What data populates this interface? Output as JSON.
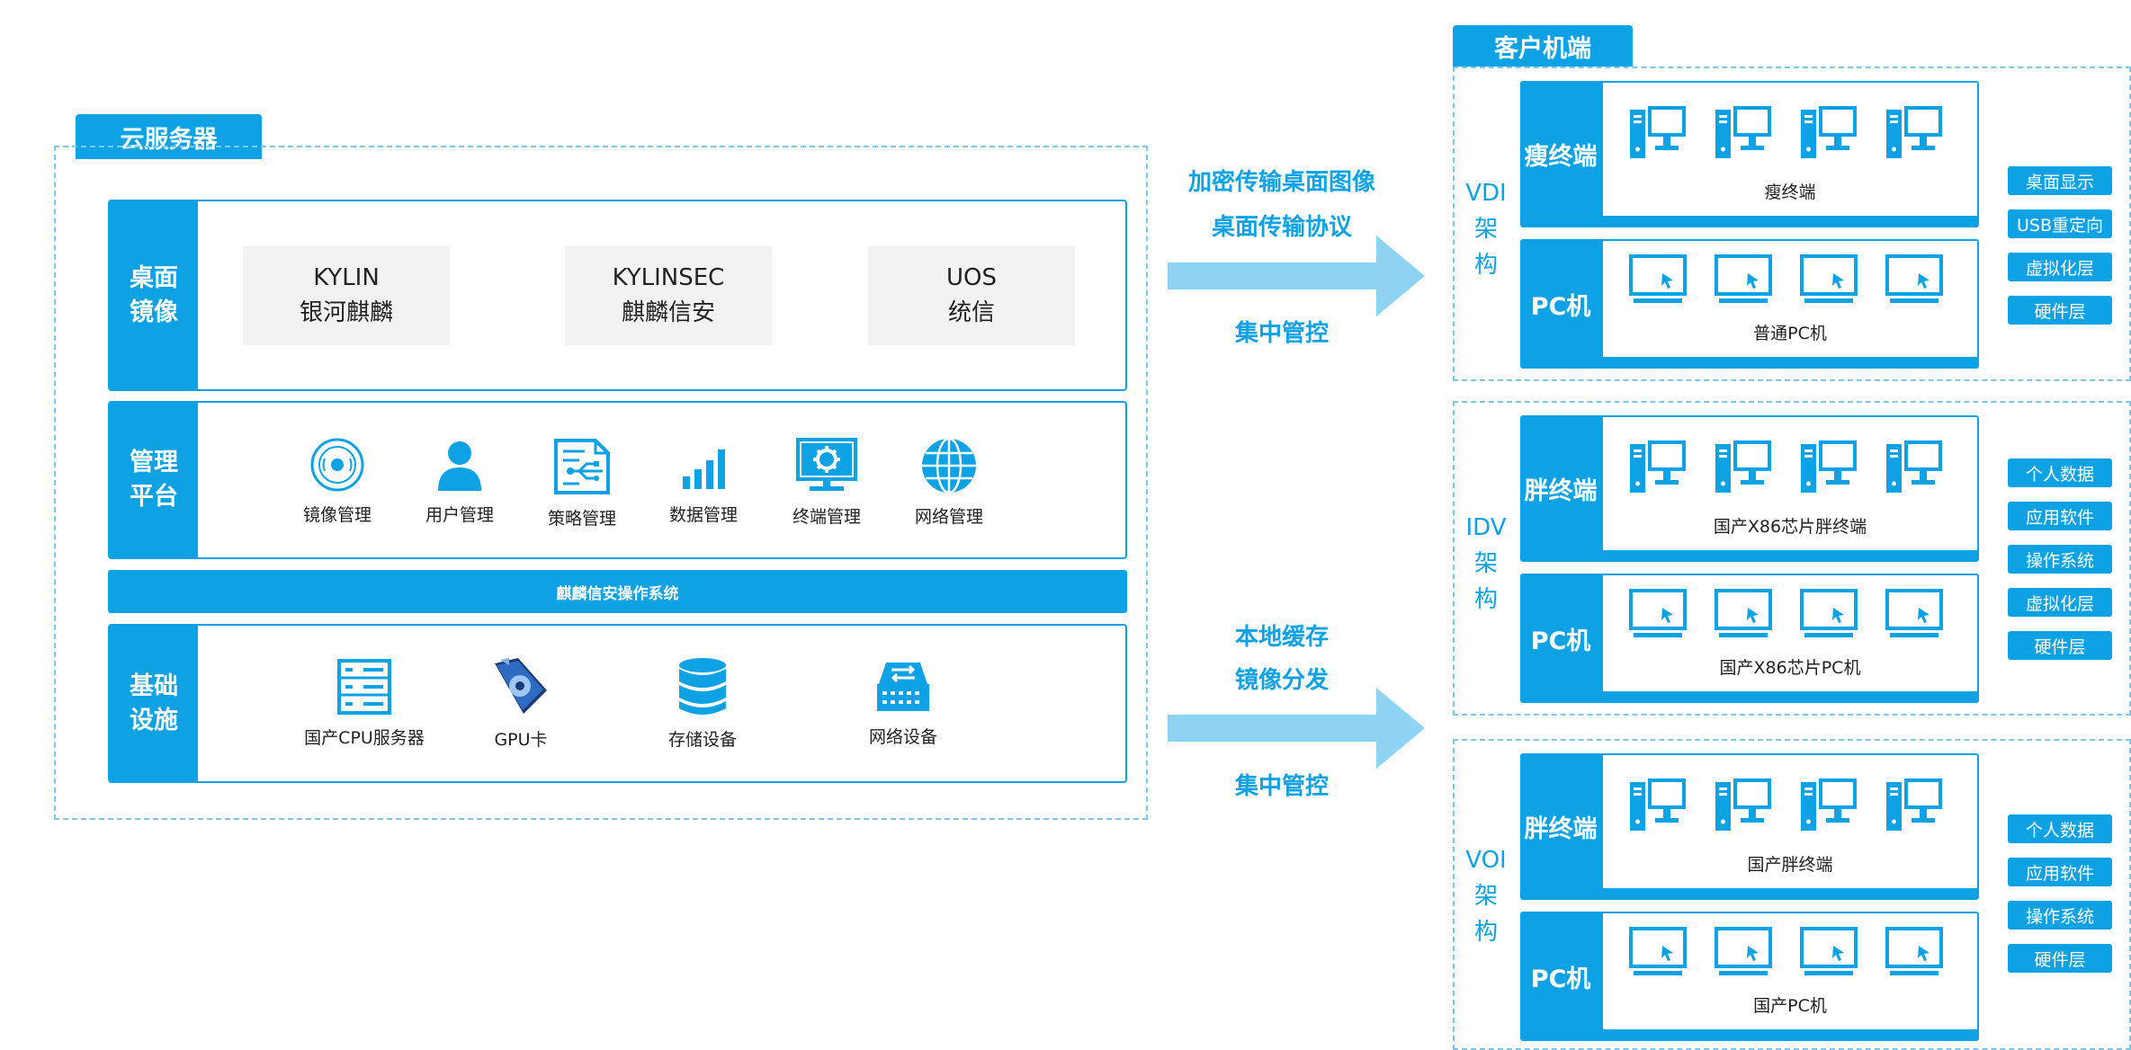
{
  "server": {
    "title": "云服务器",
    "desktop_image": {
      "label": "桌面镜像",
      "os": [
        {
          "line1": "KYLIN",
          "line2": "银河麒麟"
        },
        {
          "line1": "KYLINSEC",
          "line2": "麒麟信安"
        },
        {
          "line1": "UOS",
          "line2": "统信"
        }
      ]
    },
    "management": {
      "label": "管理平台",
      "tools": [
        {
          "label": "镜像管理",
          "icon": "disc-icon"
        },
        {
          "label": "用户管理",
          "icon": "user-icon"
        },
        {
          "label": "策略管理",
          "icon": "policy-document-icon"
        },
        {
          "label": "数据管理",
          "icon": "bar-chart-icon"
        },
        {
          "label": "终端管理",
          "icon": "monitor-gear-icon"
        },
        {
          "label": "网络管理",
          "icon": "globe-icon"
        }
      ]
    },
    "os_bar": "麒麟信安操作系统",
    "infrastructure": {
      "label": "基础设施",
      "items": [
        {
          "label": "国产CPU服务器",
          "icon": "server-rack-icon"
        },
        {
          "label": "GPU卡",
          "icon": "gpu-card-icon"
        },
        {
          "label": "存储设备",
          "icon": "database-icon"
        },
        {
          "label": "网络设备",
          "icon": "network-switch-icon"
        }
      ]
    }
  },
  "middle": {
    "top": [
      "加密传输桌面图像",
      "桌面传输协议",
      "集中管控"
    ],
    "bottom": [
      "本地缓存",
      "镜像分发",
      "集中管控"
    ]
  },
  "client": {
    "title": "客户机端",
    "groups": [
      {
        "arch": [
          "VDI",
          "架",
          "构"
        ],
        "rows": [
          {
            "name": "瘦终端",
            "caption": "瘦终端",
            "device": "desktop-computer-icon"
          },
          {
            "name": "PC机",
            "caption": "普通PC机",
            "device": "monitor-icon"
          }
        ],
        "layers": [
          "桌面显示",
          "USB重定向",
          "虚拟化层",
          "硬件层"
        ]
      },
      {
        "arch": [
          "IDV",
          "架",
          "构"
        ],
        "rows": [
          {
            "name": "胖终端",
            "caption": "国产X86芯片胖终端",
            "device": "desktop-computer-icon"
          },
          {
            "name": "PC机",
            "caption": "国产X86芯片PC机",
            "device": "monitor-icon"
          }
        ],
        "layers": [
          "个人数据",
          "应用软件",
          "操作系统",
          "虚拟化层",
          "硬件层"
        ]
      },
      {
        "arch": [
          "VOI",
          "架",
          "构"
        ],
        "rows": [
          {
            "name": "胖终端",
            "caption": "国产胖终端",
            "device": "desktop-computer-icon"
          },
          {
            "name": "PC机",
            "caption": "国产PC机",
            "device": "monitor-icon"
          }
        ],
        "layers": [
          "个人数据",
          "应用软件",
          "操作系统",
          "硬件层"
        ]
      }
    ]
  },
  "colors": {
    "accent": "#0ea2e4",
    "arrow": "#8fd3f4",
    "dash": "#7cc8ea",
    "card": "#f2f2f2"
  }
}
